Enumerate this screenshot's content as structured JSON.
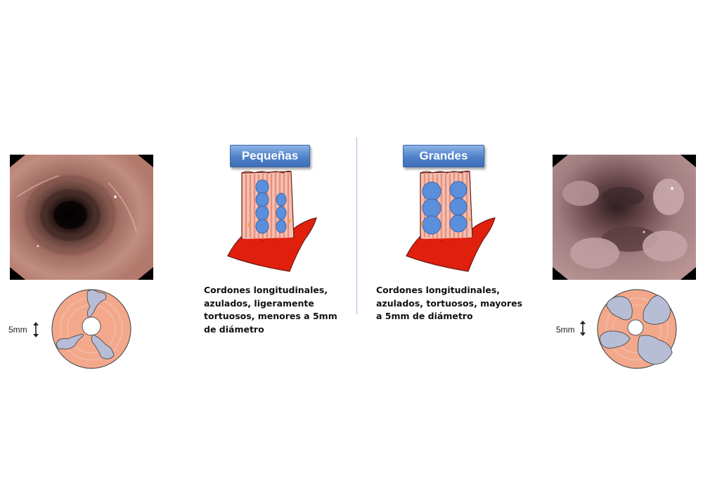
{
  "small": {
    "label": "Pequeñas",
    "description": "Cordones longitudinales, azulados, ligeramente tortuosos, menores a 5mm de diámetro",
    "scale": "5mm"
  },
  "large": {
    "label": "Grandes",
    "description": "Cordones longitudinales, azulados, tortuosos, mayores a 5mm de diámetro",
    "scale": "5mm"
  },
  "colors": {
    "badge": "#4f81c9",
    "vessel_red": "#e0200d",
    "mucosa_stripe": "#f2b3a4",
    "varix_blue": "#5b8fdc",
    "ring_salmon": "#f4a88b",
    "nodule_gray": "#b8bdd6"
  }
}
